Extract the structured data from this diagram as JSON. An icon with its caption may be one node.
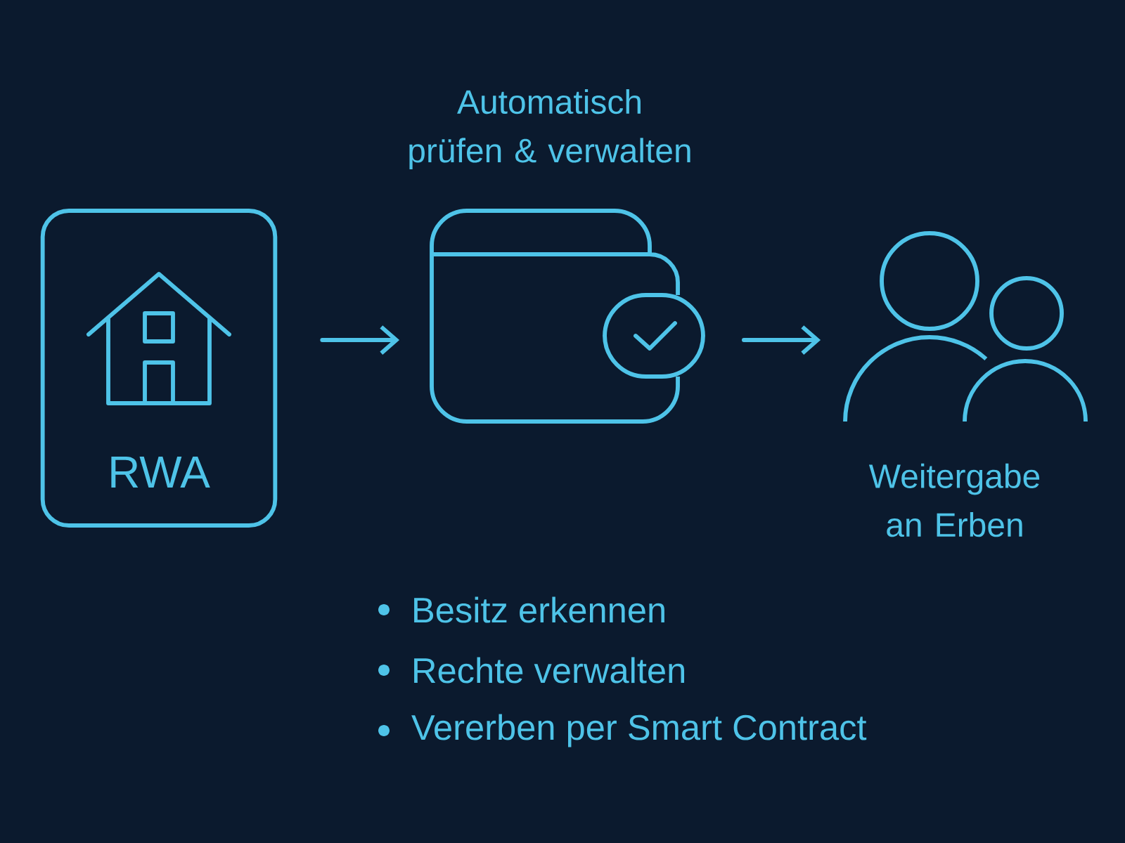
{
  "diagram": {
    "nodes": [
      {
        "text": [
          "RWA"
        ]
      },
      {
        "text": [
          "Automatisch prüfen & verwalten"
        ]
      },
      {
        "text": [
          "Weitergabe an Erben"
        ]
      }
    ],
    "edges": [
      {
        "from": 0,
        "to": 1,
        "arrow": "to"
      },
      {
        "from": 1,
        "to": 2,
        "arrow": "to"
      }
    ],
    "labels": [
      "Besitz erkennen",
      "Rechte verwalten",
      "Vererben per Smart Contract"
    ]
  }
}
